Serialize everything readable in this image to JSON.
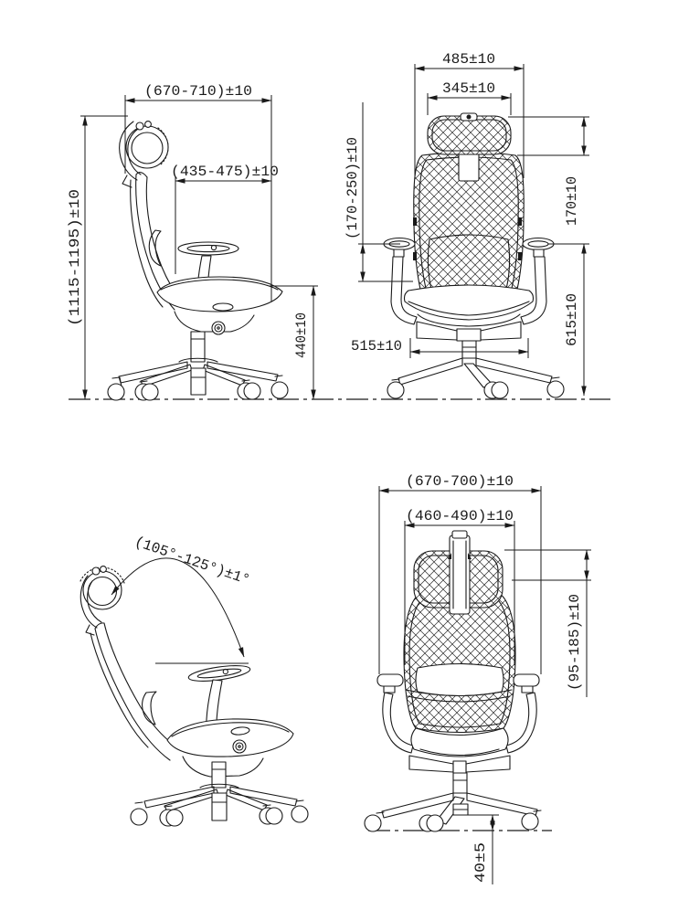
{
  "colors": {
    "line": "#1a1a1a",
    "background": "#ffffff"
  },
  "views": {
    "side": {
      "dims": {
        "overall_depth": "(670-710)±10",
        "seat_depth": "(435-475)±10",
        "overall_height": "(1115-1195)±10",
        "seat_height": "440±10"
      }
    },
    "front": {
      "dims": {
        "backrest_width": "485±10",
        "headrest_width": "345±10",
        "armrest_height_range": "(170-250)±10",
        "headrest_height": "170±10",
        "armrest_floor_height": "615±10",
        "seat_width": "515±10"
      }
    },
    "recline": {
      "dims": {
        "backrest_angle_range": "(105°-125°)±1°"
      }
    },
    "back": {
      "dims": {
        "armrest_span": "(670-700)±10",
        "backrest_width_range": "(460-490)±10",
        "headrest_adjust_range": "(95-185)±10",
        "base_clearance": "40±5"
      }
    }
  }
}
